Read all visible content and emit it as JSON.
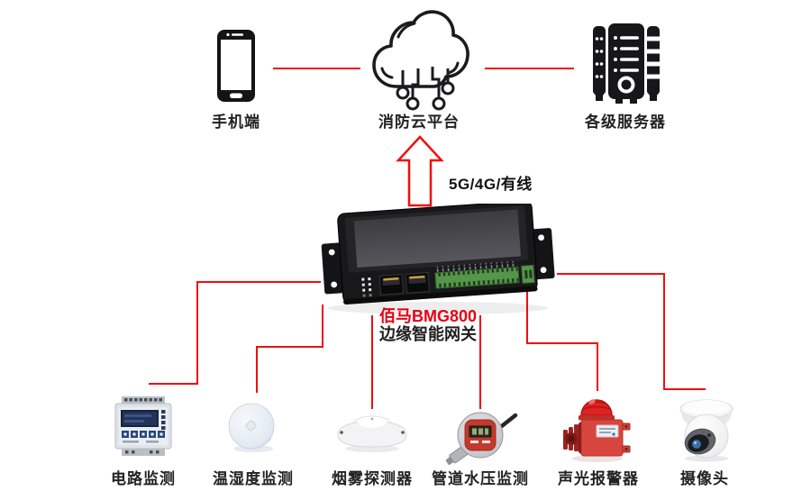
{
  "diagram_title": "",
  "top_nodes": [
    {
      "id": "phone",
      "label": "手机端",
      "icon": "smartphone-icon"
    },
    {
      "id": "cloud",
      "label": "消防云平台",
      "icon": "iot-cloud-icon"
    },
    {
      "id": "server",
      "label": "各级服务器",
      "icon": "server-tower-icon"
    }
  ],
  "uplink": {
    "label": "5G/4G/有线",
    "direction": "up"
  },
  "gateway": {
    "brand_model": "佰马BMG800",
    "product_name": "边缘智能网关",
    "image": "black industrial edge gateway with screen, dual RJ45 ports and green terminal blocks"
  },
  "devices": [
    {
      "id": "circuit",
      "label": "电路监测",
      "icon": "circuit-monitor-icon"
    },
    {
      "id": "temphum",
      "label": "温湿度监测",
      "icon": "temp-humidity-sensor-icon"
    },
    {
      "id": "smoke",
      "label": "烟雾探测器",
      "icon": "smoke-detector-icon"
    },
    {
      "id": "pressure",
      "label": "管道水压监测",
      "icon": "pipe-pressure-gauge-icon"
    },
    {
      "id": "alarm",
      "label": "声光报警器",
      "icon": "sound-light-alarm-icon"
    },
    {
      "id": "camera",
      "label": "摄像头",
      "icon": "dome-camera-icon"
    }
  ],
  "colors": {
    "connection_line": "#f10e0e",
    "brand_red": "#e60012",
    "label_text": "#222222",
    "icon_black": "#17171a",
    "terminal_green": "#55964a",
    "background": "#ffffff"
  }
}
